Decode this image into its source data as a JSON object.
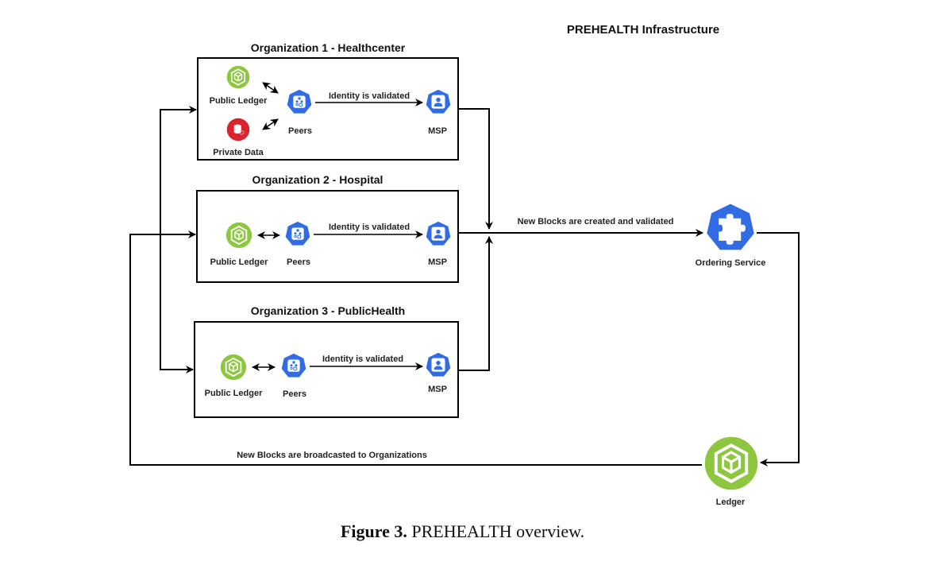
{
  "diagram": {
    "title": "PREHEALTH Infrastructure",
    "organizations": [
      {
        "title": "Organization 1 - Healthcenter",
        "public_ledger_label": "Public Ledger",
        "private_data_label": "Private Data",
        "peers_label": "Peers",
        "msp_label": "MSP",
        "edge_label": "Identity is validated"
      },
      {
        "title": "Organization 2 - Hospital",
        "public_ledger_label": "Public Ledger",
        "peers_label": "Peers",
        "msp_label": "MSP",
        "edge_label": "Identity is validated"
      },
      {
        "title": "Organization 3 - PublicHealth",
        "public_ledger_label": "Public Ledger",
        "peers_label": "Peers",
        "msp_label": "MSP",
        "edge_label": "Identity is validated"
      }
    ],
    "ordering_service_label": "Ordering Service",
    "ledger_label": "Ledger",
    "to_ordering_edge_label": "New Blocks are created and validated",
    "broadcast_edge_label": "New Blocks are broadcasted to Organizations",
    "colors": {
      "ledger_green": "#8dc63f",
      "private_red": "#d9232e",
      "k8s_blue": "#326ce5",
      "line": "#000000"
    }
  },
  "caption": {
    "label": "Figure 3.",
    "text": "PREHEALTH overview."
  }
}
